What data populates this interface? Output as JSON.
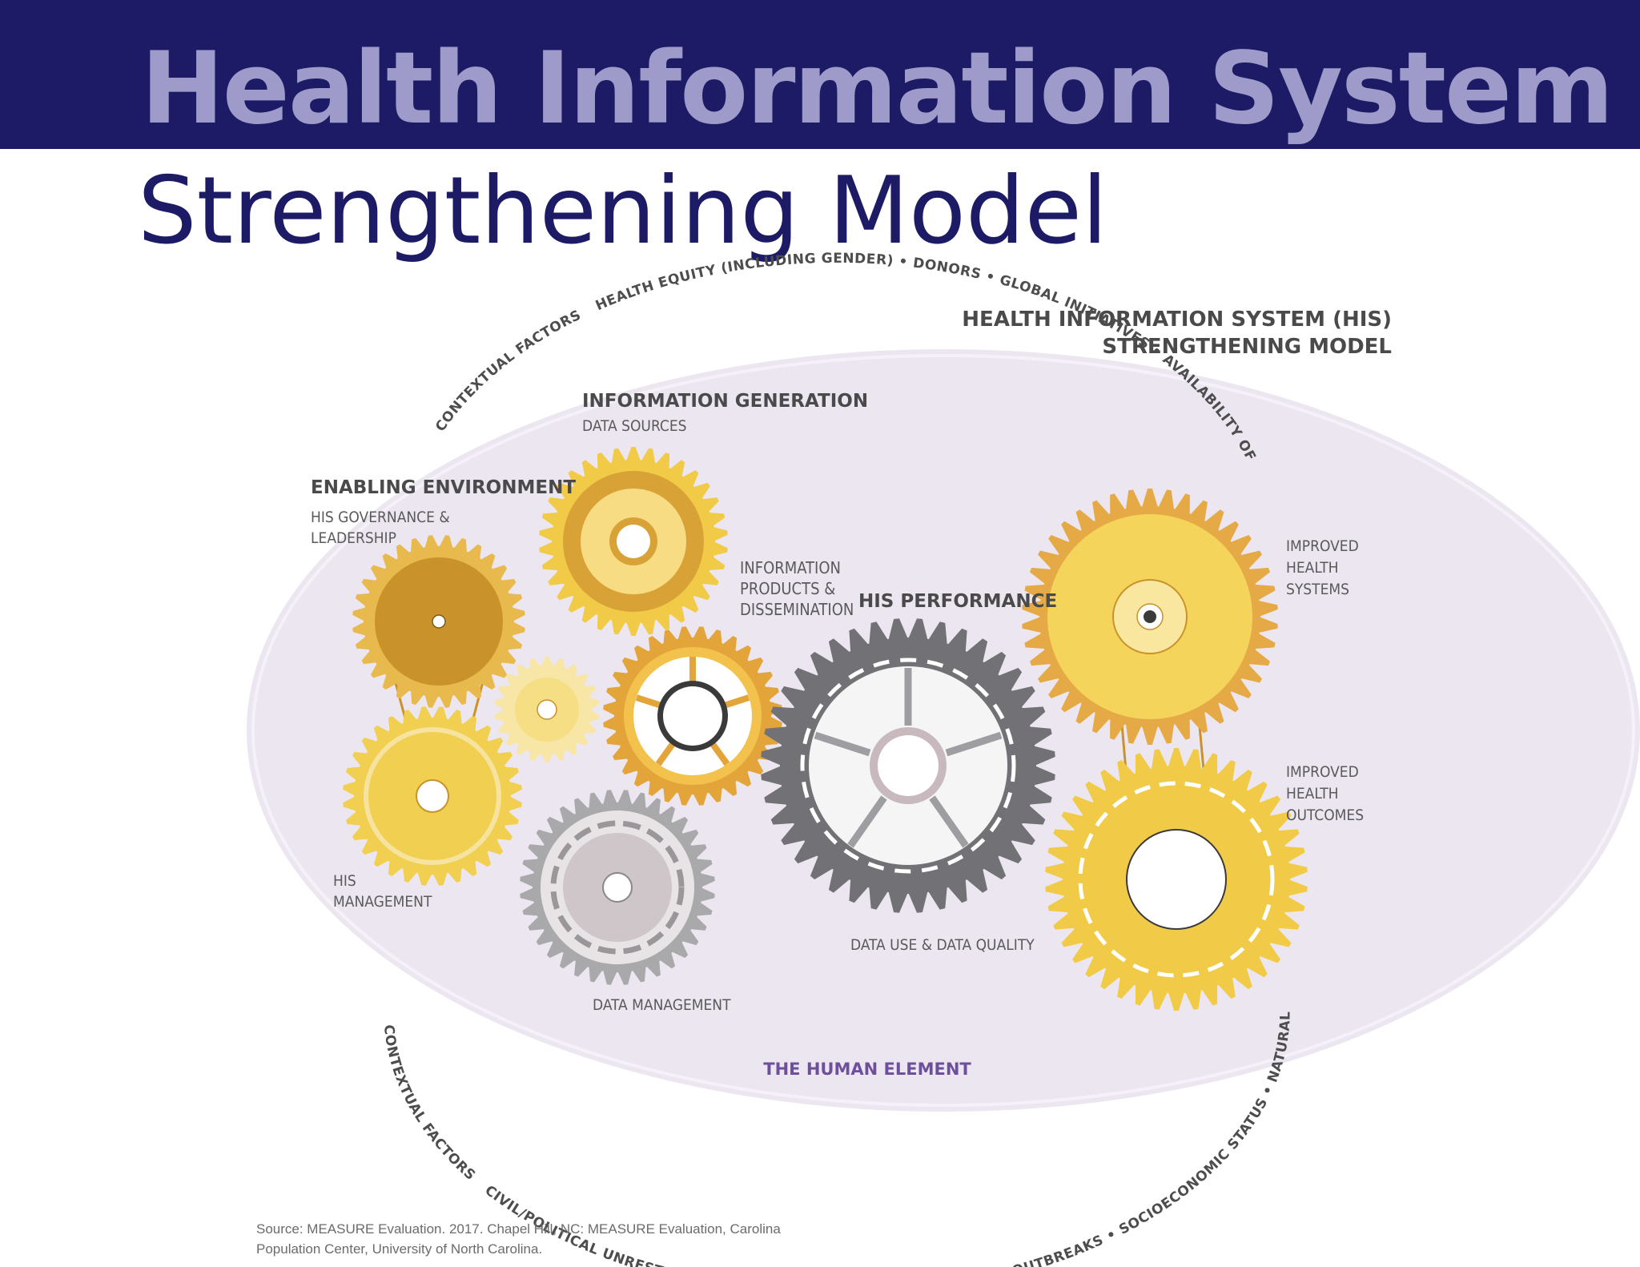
{
  "slide": {
    "title": "Health Information System",
    "subtitle": "Strengthening Model",
    "source": "Source: MEASURE Evaluation. 2017. Chapel Hill, NC: MEASURE Evaluation, Carolina Population Center, University of North Carolina."
  },
  "diagram": {
    "heading_line1": "HEALTH INFORMATION SYSTEM (HIS)",
    "heading_line2": "STRENGTHENING MODEL",
    "contextual_top_label": "CONTEXTUAL FACTORS",
    "contextual_top_items": "HEALTH EQUITY (INCLUDING GENDER) • DONORS • GLOBAL INITIATIVES • AVAILABILITY OF PUBLIC UTILITIES",
    "contextual_bottom_label": "CONTEXTUAL FACTORS",
    "contextual_bottom_items": "CIVIL/POLITICAL UNREST • DEVOLUTION • PRIVATIZATION • DISEASE OUTBREAKS • SOCIOECONOMIC STATUS • NATURAL DISASTERS",
    "information_generation": "INFORMATION GENERATION",
    "data_sources": "DATA SOURCES",
    "enabling_environment": "ENABLING ENVIRONMENT",
    "governance_line1": "HIS GOVERNANCE &",
    "governance_line2": "LEADERSHIP",
    "products_line1": "INFORMATION",
    "products_line2": "PRODUCTS &",
    "products_line3": "DISSEMINATION",
    "his_performance": "HIS PERFORMANCE",
    "improved_systems_line1": "IMPROVED",
    "improved_systems_line2": "HEALTH",
    "improved_systems_line3": "SYSTEMS",
    "improved_outcomes_line1": "IMPROVED",
    "improved_outcomes_line2": "HEALTH",
    "improved_outcomes_line3": "OUTCOMES",
    "his_management_line1": "HIS",
    "his_management_line2": "MANAGEMENT",
    "data_use": "DATA USE & DATA QUALITY",
    "data_management": "DATA MANAGEMENT",
    "human_element": "THE HUMAN ELEMENT"
  },
  "colors": {
    "banner": "#1d1b66",
    "title": "#9e9bcb",
    "subtitle": "#1d1b66",
    "oval": "#ece6f1",
    "gear_gold": "#e3b94a",
    "gear_yellow": "#f3d45f",
    "gear_dark_gold": "#c9922a",
    "gear_gray": "#8a8a8e",
    "human_element": "#6d4f9c"
  }
}
